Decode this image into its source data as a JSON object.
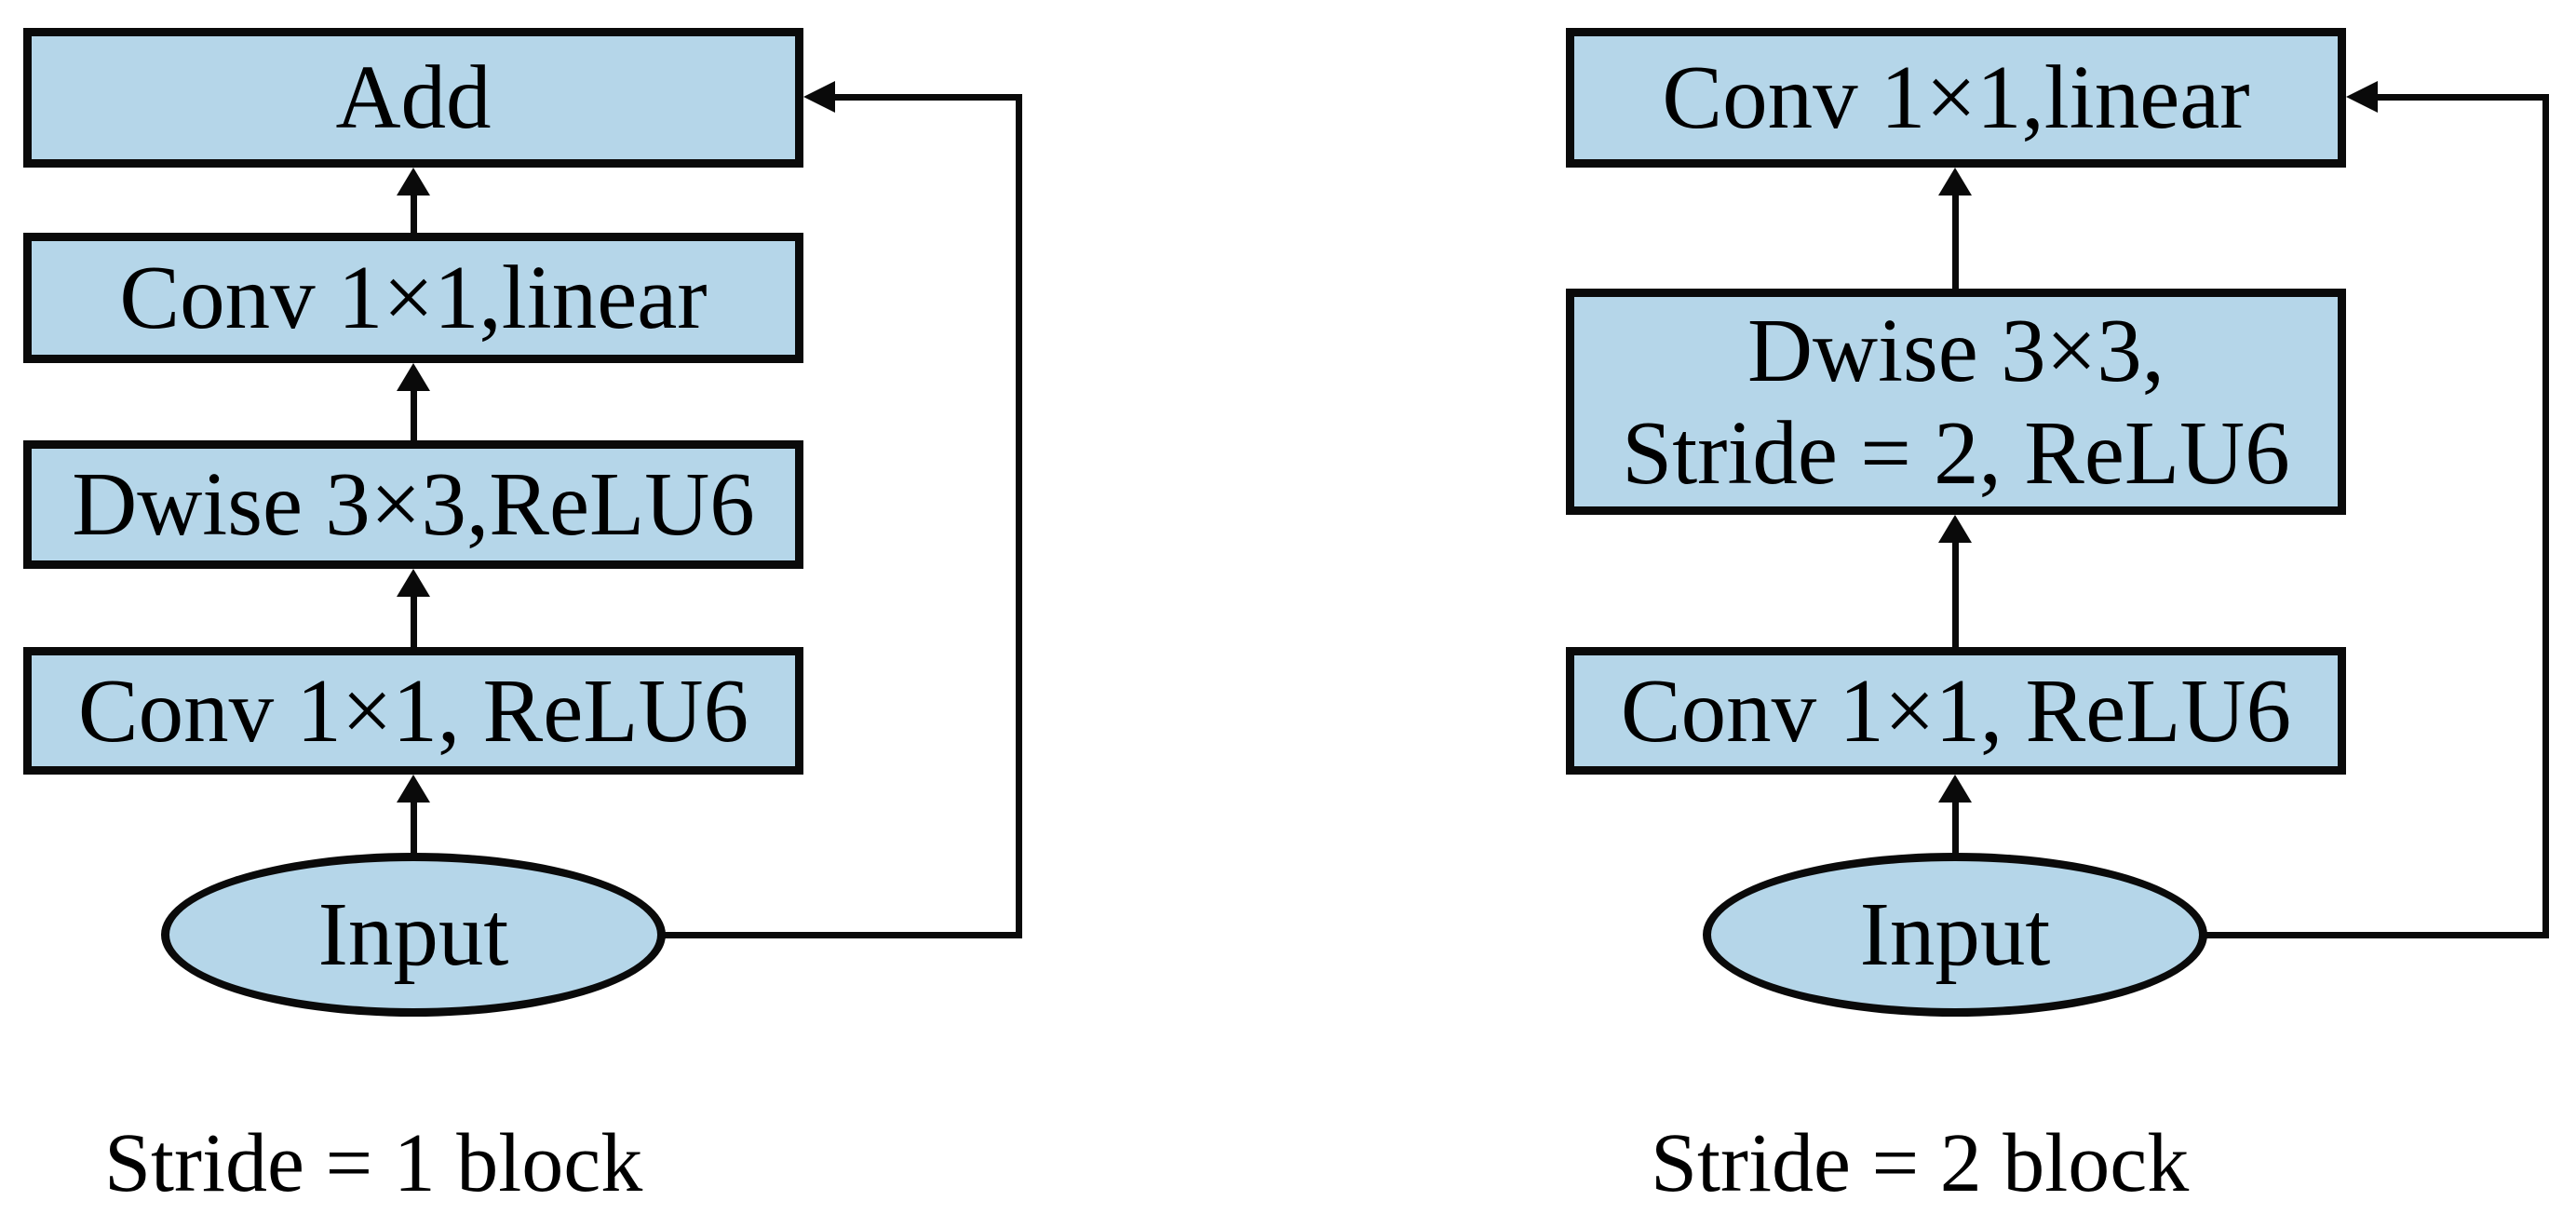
{
  "colors": {
    "box_fill": "#b5d6e9",
    "stroke": "#0a0a0a",
    "background": "#ffffff",
    "text": "#000000"
  },
  "stride1_block": {
    "caption": "Stride = 1 block",
    "add": "Add",
    "conv_linear": "Conv 1×1,linear",
    "dwise": "Dwise 3×3,ReLU6",
    "conv_relu6": "Conv 1×1, ReLU6",
    "input": "Input"
  },
  "stride2_block": {
    "caption": "Stride = 2 block",
    "conv_linear": "Conv 1×1,linear",
    "dwise_line1": "Dwise 3×3,",
    "dwise_line2": "Stride = 2, ReLU6",
    "conv_relu6": "Conv 1×1, ReLU6",
    "input": "Input"
  }
}
